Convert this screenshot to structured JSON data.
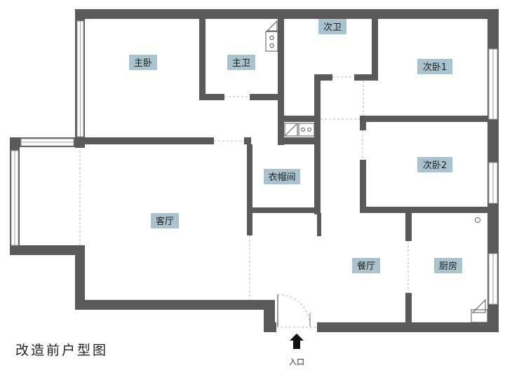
{
  "plan": {
    "caption": "改造前户型图",
    "entrance_label": "入口",
    "rooms": {
      "master_bedroom": "主卧",
      "master_bath": "主卫",
      "second_bath": "次卫",
      "second_bedroom_1": "次卧1",
      "second_bedroom_2": "次卧2",
      "cloakroom": "衣帽间",
      "living_room": "客厅",
      "dining_room": "餐厅",
      "kitchen": "厨房"
    },
    "colors": {
      "wall": "#5a5a5a",
      "room_tag": "#a9c3cf"
    },
    "icons": [
      "toilet-icon",
      "sink-icon",
      "door-swing-icon",
      "entrance-arrow-icon"
    ]
  }
}
